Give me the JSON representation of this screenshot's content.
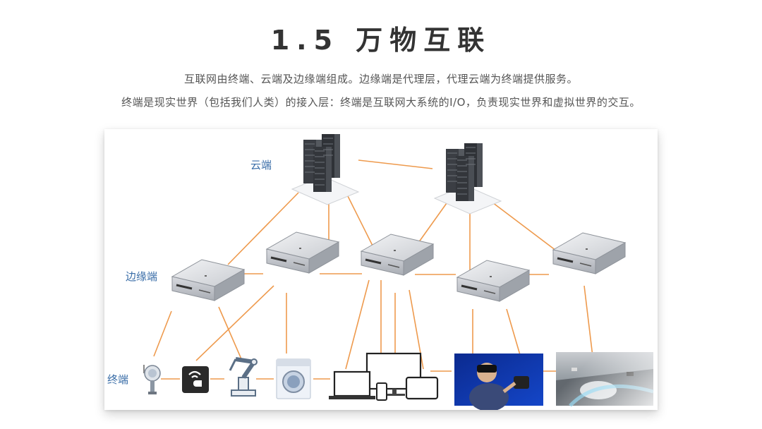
{
  "title": "1.5  万物互联",
  "subtitle_line1": "互联网由终端、云端及边缘端组成。边缘端是代理层，代理云端为终端提供服务。",
  "subtitle_line2": "终端是现实世界（包括我们人类）的接入层：终端是互联网大系统的I/O，负责现实世界和虚拟世界的交互。",
  "layers": {
    "cloud": "云端",
    "edge": "边缘端",
    "terminal": "终端"
  },
  "colors": {
    "link": "#ee9a4d",
    "label": "#3b6ea8"
  },
  "icons": [
    "server-rack-icon",
    "server-rack-icon",
    "rack-server-icon",
    "sensor-icon",
    "smart-lock-icon",
    "robot-arm-icon",
    "washing-machine-icon",
    "devices-icon",
    "vr-user-photo",
    "autonomous-car-photo"
  ]
}
